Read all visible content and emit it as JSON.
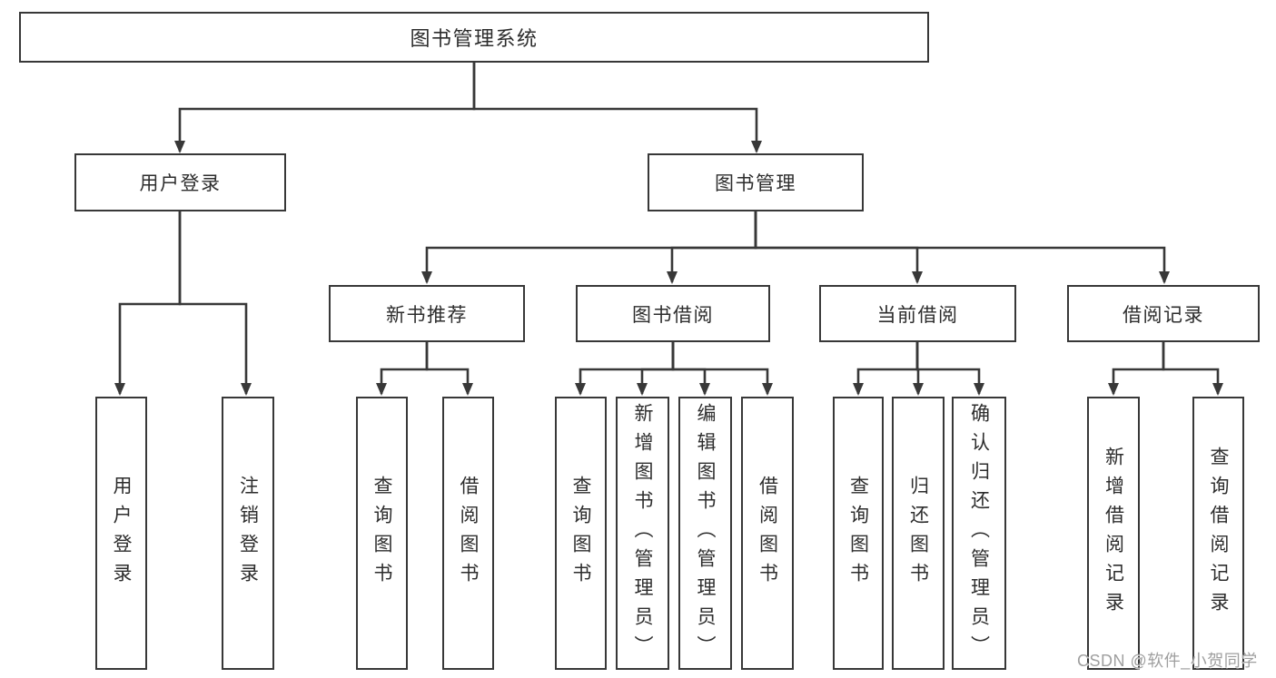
{
  "diagram": {
    "root": {
      "label": "图书管理系统"
    },
    "user_login": {
      "label": "用户登录",
      "children": [
        {
          "label": "用户登录"
        },
        {
          "label": "注销登录"
        }
      ]
    },
    "book_mgmt": {
      "label": "图书管理",
      "sections": [
        {
          "label": "新书推荐",
          "children": [
            {
              "label": "查询图书"
            },
            {
              "label": "借阅图书"
            }
          ]
        },
        {
          "label": "图书借阅",
          "children": [
            {
              "label": "查询图书"
            },
            {
              "label": "新增图书（管理员）"
            },
            {
              "label": "编辑图书（管理员）"
            },
            {
              "label": "借阅图书"
            }
          ]
        },
        {
          "label": "当前借阅",
          "children": [
            {
              "label": "查询图书"
            },
            {
              "label": "归还图书"
            },
            {
              "label": "确认归还（管理员）"
            }
          ]
        },
        {
          "label": "借阅记录",
          "children": [
            {
              "label": "新增借阅记录"
            },
            {
              "label": "查询借阅记录"
            }
          ]
        }
      ]
    }
  },
  "watermark": {
    "text": "CSDN @软件_小贺同学"
  },
  "colors": {
    "line": "#383838",
    "box_border": "#383838",
    "text": "#2d2d2d",
    "watermark": "#9f9f9f",
    "background": "#ffffff"
  }
}
